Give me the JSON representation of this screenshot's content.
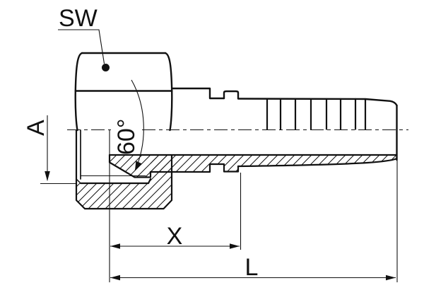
{
  "meta": {
    "type": "technical-drawing",
    "subject": "hydraulic hose fitting, female swivel with 60-degree cone seat and barbed hose shank, half-section view",
    "background_color": "#ffffff",
    "line_color": "#111111"
  },
  "labels": {
    "wrench_size": "SW",
    "thread_size": "A",
    "cone_angle": "60°",
    "insertion_length": "X",
    "overall_length": "L"
  }
}
